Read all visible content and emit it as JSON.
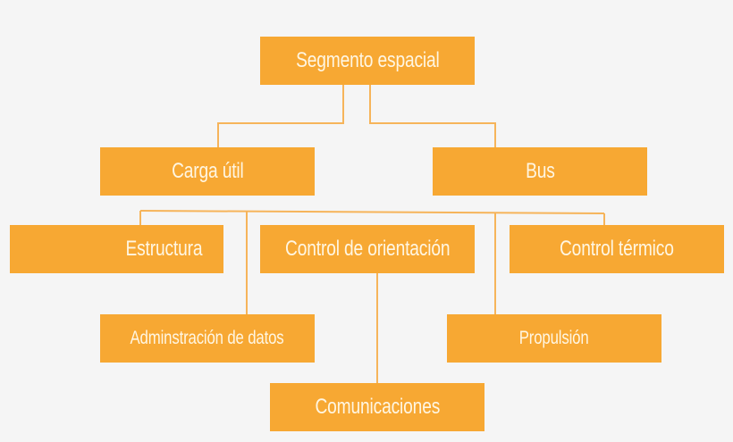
{
  "diagram": {
    "type": "hierarchy",
    "colors": {
      "background": "#F5F5F5",
      "node_fill": "#F7A833",
      "node_text": "#FFF6E2",
      "connector": "#F6B45A"
    },
    "nodes": {
      "root": {
        "label": "Segmento espacial"
      },
      "payload": {
        "label": "Carga útil"
      },
      "bus": {
        "label": "Bus"
      },
      "structure": {
        "label": "Estructura"
      },
      "attitude_control": {
        "label": "Control de orientación"
      },
      "thermal_control": {
        "label": "Control térmico"
      },
      "data_management": {
        "label": "Adminstración de datos"
      },
      "propulsion": {
        "label": "Propulsión"
      },
      "communications": {
        "label": "Comunicaciones"
      }
    },
    "edges": [
      {
        "from": "Segmento espacial",
        "to": "Carga útil"
      },
      {
        "from": "Segmento espacial",
        "to": "Bus"
      },
      {
        "from": "Carga útil / Bus",
        "to": "Estructura"
      },
      {
        "from": "Carga útil / Bus",
        "to": "Adminstración de datos"
      },
      {
        "from": "Carga útil / Bus",
        "to": "Propulsión"
      },
      {
        "from": "Carga útil / Bus",
        "to": "Control térmico"
      },
      {
        "from": "Control de orientación",
        "to": "Comunicaciones"
      }
    ]
  }
}
